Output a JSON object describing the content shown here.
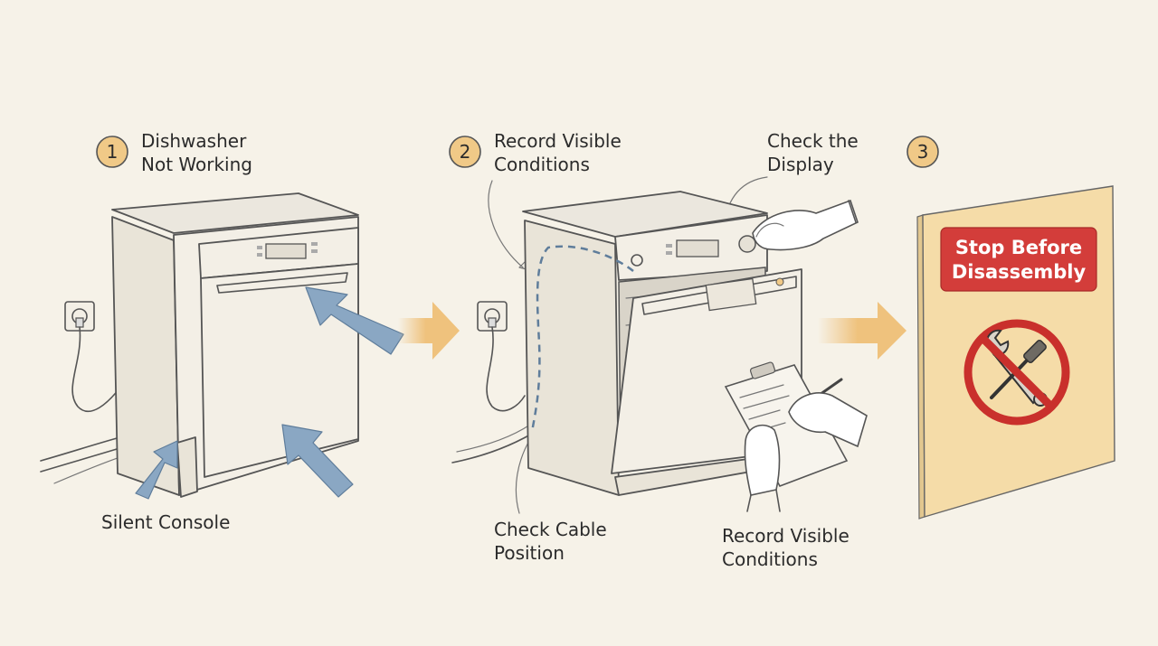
{
  "steps": [
    {
      "number": "1",
      "title_line1": "Dishwasher",
      "title_line2": "Not Working"
    },
    {
      "number": "2",
      "title_line1": "Record Visible",
      "title_line2": "Conditions"
    },
    {
      "number": "3"
    }
  ],
  "annotations": {
    "silent_console": "Silent Console",
    "check_display_line1": "Check the",
    "check_display_line2": "Display",
    "check_cable_line1": "Check Cable",
    "check_cable_line2": "Position",
    "record_conditions_line1": "Record Visible",
    "record_conditions_line2": "Conditions"
  },
  "sign": {
    "line1": "Stop Before",
    "line2": "Disassembly"
  },
  "colors": {
    "background": "#f6f2e8",
    "badge_fill": "#f0c987",
    "arrow_flow": "#efc27d",
    "arrow_pointer": "#8aa7c3",
    "sign_red": "#d33d3a",
    "board": "#f5dca8",
    "prohibition": "#c9302c"
  },
  "icons": [
    "power-outlet-icon",
    "wrench-icon",
    "screwdriver-icon",
    "prohibition-icon",
    "clipboard-icon",
    "pen-icon",
    "hand-icon"
  ]
}
